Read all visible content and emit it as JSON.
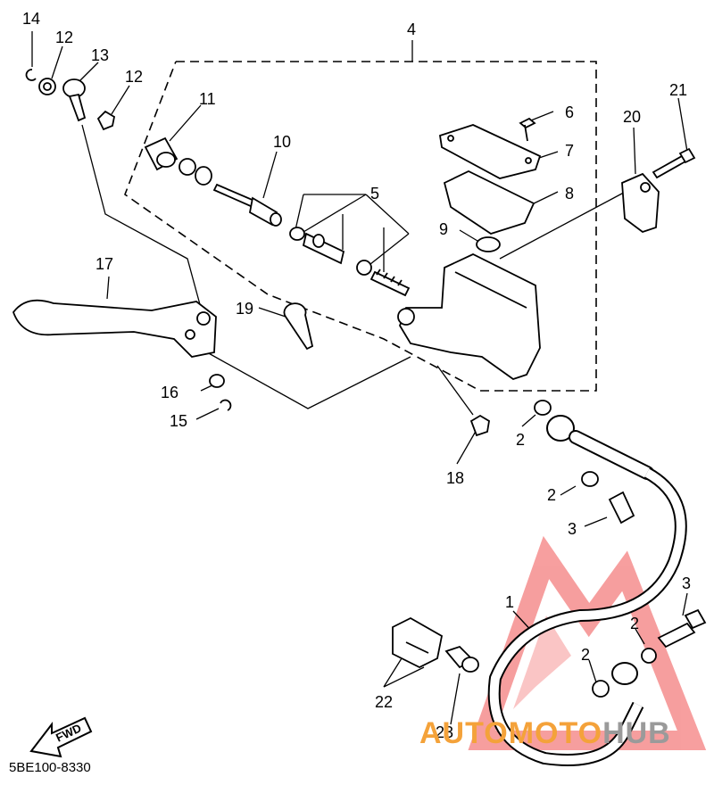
{
  "diagram": {
    "part_code": "5BE100-8330",
    "fwd_label": "FWD",
    "callouts": [
      {
        "id": "1",
        "text": "1"
      },
      {
        "id": "2a",
        "text": "2"
      },
      {
        "id": "2b",
        "text": "2"
      },
      {
        "id": "2c",
        "text": "2"
      },
      {
        "id": "2d",
        "text": "2"
      },
      {
        "id": "3a",
        "text": "3"
      },
      {
        "id": "3b",
        "text": "3"
      },
      {
        "id": "4",
        "text": "4"
      },
      {
        "id": "5",
        "text": "5"
      },
      {
        "id": "6",
        "text": "6"
      },
      {
        "id": "7",
        "text": "7"
      },
      {
        "id": "8",
        "text": "8"
      },
      {
        "id": "9",
        "text": "9"
      },
      {
        "id": "10",
        "text": "10"
      },
      {
        "id": "11",
        "text": "11"
      },
      {
        "id": "12a",
        "text": "12"
      },
      {
        "id": "12b",
        "text": "12"
      },
      {
        "id": "13",
        "text": "13"
      },
      {
        "id": "14",
        "text": "14"
      },
      {
        "id": "15",
        "text": "15"
      },
      {
        "id": "16",
        "text": "16"
      },
      {
        "id": "17",
        "text": "17"
      },
      {
        "id": "18",
        "text": "18"
      },
      {
        "id": "19",
        "text": "19"
      },
      {
        "id": "20",
        "text": "20"
      },
      {
        "id": "21",
        "text": "21"
      },
      {
        "id": "22",
        "text": "22"
      },
      {
        "id": "23",
        "text": "23"
      }
    ]
  },
  "watermark": {
    "part1": "AUTOMOTO",
    "part2": "HUB",
    "color_main": "#f4a23a",
    "color_second": "#9a9a9a",
    "logo_color": "#f05050"
  }
}
